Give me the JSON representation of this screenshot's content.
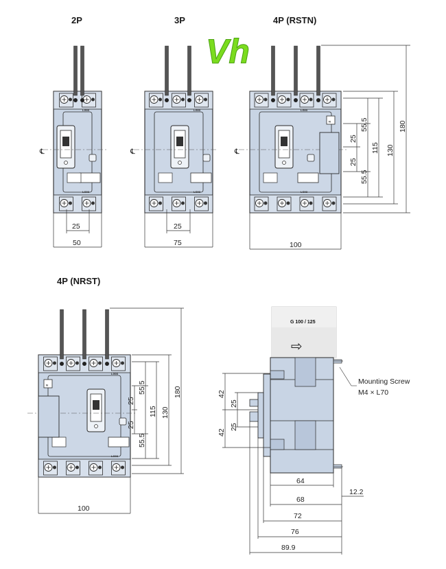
{
  "headings": {
    "p2": "2P",
    "p3": "3P",
    "p4rstn": "4P (RSTN)",
    "p4nrst": "4P (NRST)"
  },
  "logo_text": "Vh",
  "centerline_symbol": "℄",
  "terminal_label": "LG03",
  "n_badge": "N",
  "dims": {
    "pitch": "25",
    "w2p": "50",
    "w3p": "75",
    "w4p": "100",
    "w4p_nrst": "100",
    "h180": "180",
    "h130": "130",
    "h115": "115",
    "h55_5": "55.5",
    "d64": "64",
    "d68": "68",
    "d72": "72",
    "d76": "76",
    "d89_9": "89.9",
    "d12_2": "12.2",
    "v42": "42"
  },
  "side": {
    "plate_label": "G 100 / 125",
    "arrow": "⇨",
    "note_line1": "Mounting Screw",
    "note_line2": "M4 × L70"
  },
  "colors": {
    "body": "#c8d4e4",
    "line": "#2a2a2a",
    "logo": "#7bdc1e"
  }
}
